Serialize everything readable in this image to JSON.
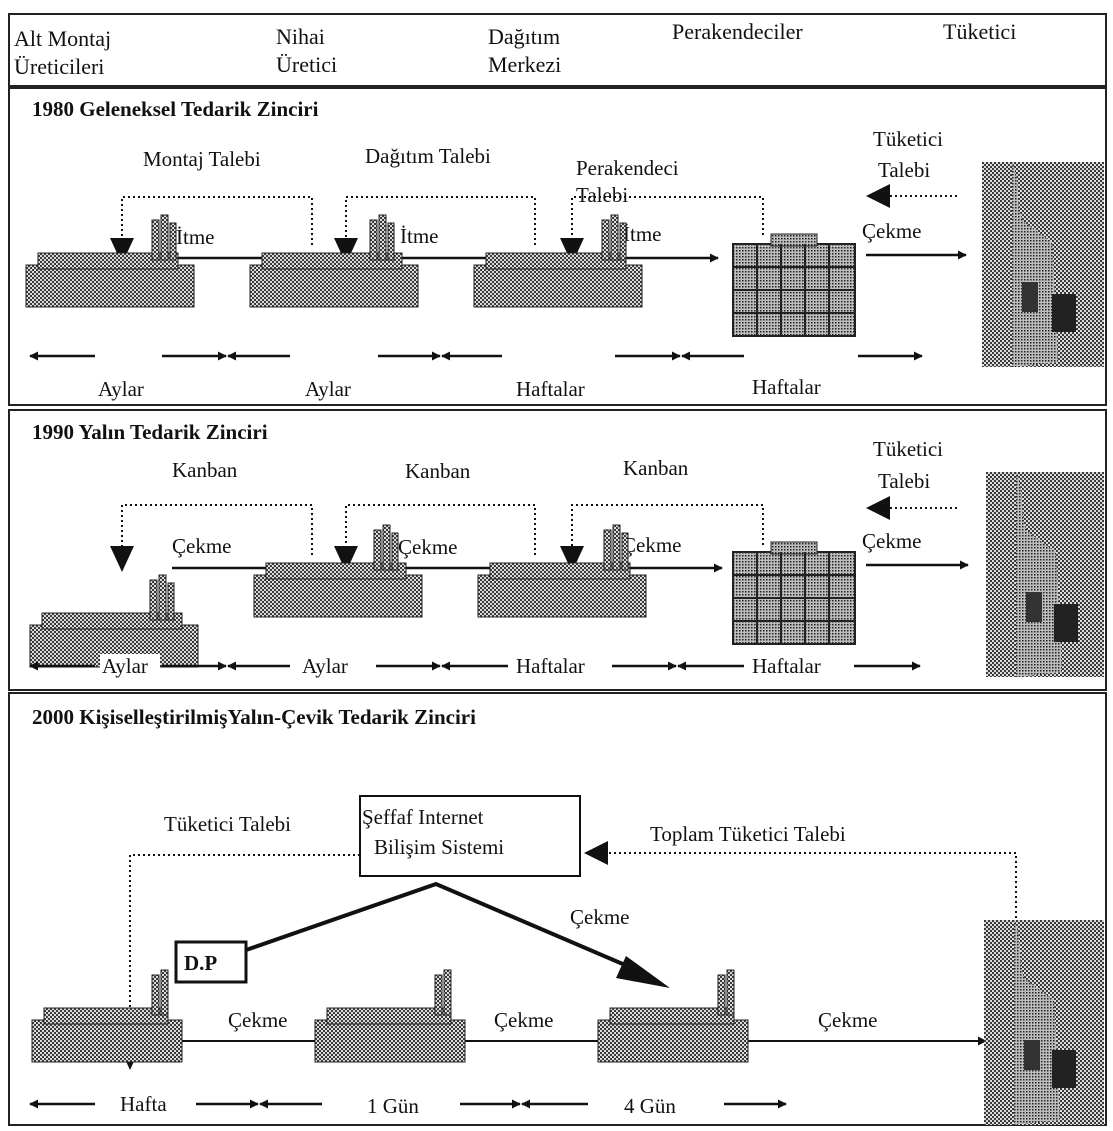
{
  "header": {
    "col1": [
      "Alt Montaj",
      "Üreticileri"
    ],
    "col2": [
      "Nihai",
      "Üretici"
    ],
    "col3": [
      "Dağıtım",
      "Merkezi"
    ],
    "col4": "Perakendeciler",
    "col5": "Tüketici"
  },
  "section_1980": {
    "title": "1980 Geleneksel Tedarik Zinciri",
    "demand_labels": [
      "Montaj Talebi",
      "Dağıtım Talebi",
      "Perakendeci",
      "Talebi"
    ],
    "consumer_demand": [
      "Tüketici",
      "Talebi"
    ],
    "flow_labels": [
      "İtme",
      "İtme",
      "İtme",
      "Çekme"
    ],
    "durations": [
      "Aylar",
      "Aylar",
      "Haftalar",
      "Haftalar"
    ]
  },
  "section_1990": {
    "title": "1990 Yalın Tedarik Zinciri",
    "kanban_labels": [
      "Kanban",
      "Kanban",
      "Kanban"
    ],
    "consumer_demand": [
      "Tüketici",
      "Talebi"
    ],
    "flow_labels": [
      "Çekme",
      "Çekme",
      "Çekme",
      "Çekme"
    ],
    "durations": [
      "Aylar",
      "Aylar",
      "Haftalar",
      "Haftalar"
    ]
  },
  "section_2000": {
    "title": "2000 KişiselleştirilmişYalın-Çevik Tedarik Zinciri",
    "consumer_demand": "Tüketici Talebi",
    "system_box": [
      "Şeffaf Internet",
      "Bilişim Sistemi"
    ],
    "total_demand": "Toplam Tüketici Talebi",
    "dp_label": "D.P",
    "pull_main": "Çekme",
    "flow_labels": [
      "Çekme",
      "Çekme",
      "Çekme"
    ],
    "durations": [
      "Hafta",
      "1 Gün",
      "4 Gün"
    ]
  },
  "icons": [
    "factory-icon",
    "store-icon",
    "consumer-icon"
  ]
}
